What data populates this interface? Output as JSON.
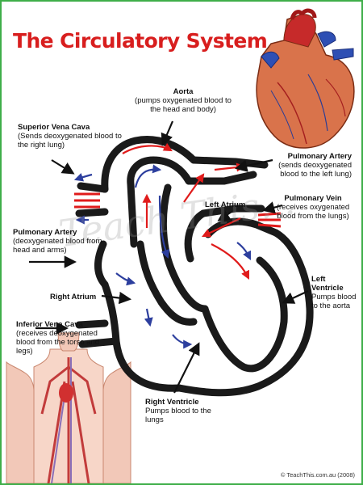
{
  "title": "The Circulatory System",
  "watermark": "Teach This...",
  "copyright": "© TeachThis.com.au (2008)",
  "labels": {
    "aorta": {
      "name": "Aorta",
      "desc": "(pumps oxygenated blood to the head and body)"
    },
    "superior_vena_cava": {
      "name": "Superior Vena Cava",
      "desc": "(Sends deoxygenated blood to the right lung)"
    },
    "pulmonary_artery_right": {
      "name": "Pulmonary Artery",
      "desc": "(sends deoxygenated blood to the left lung)"
    },
    "left_atrium": {
      "name": "Left Atrium"
    },
    "pulmonary_vein": {
      "name": "Pulmonary Vein",
      "desc": "(receives oxygenated blood from the lungs)"
    },
    "pulmonary_artery_left": {
      "name": "Pulmonary Artery",
      "desc": "(deoxygenated blood from head and arms)"
    },
    "right_atrium": {
      "name": "Right Atrium"
    },
    "left_ventricle": {
      "name": "Left Ventricle",
      "desc": "Pumps blood to the aorta"
    },
    "inferior_vena_cava": {
      "name": "Inferior Vena Cava",
      "desc": "(receives deoxygenated blood from the torso and legs)"
    },
    "right_ventricle": {
      "name": "Right Ventricle",
      "desc": "Pumps blood to the lungs"
    }
  },
  "colors": {
    "title": "#d81e1e",
    "oxygenated_arrow": "#e01b1b",
    "deoxygenated_arrow": "#2d3f9e",
    "border": "#3fae49"
  },
  "illustrations": {
    "top_right": "heart-illustration",
    "bottom_left": "human-torso-illustration"
  }
}
